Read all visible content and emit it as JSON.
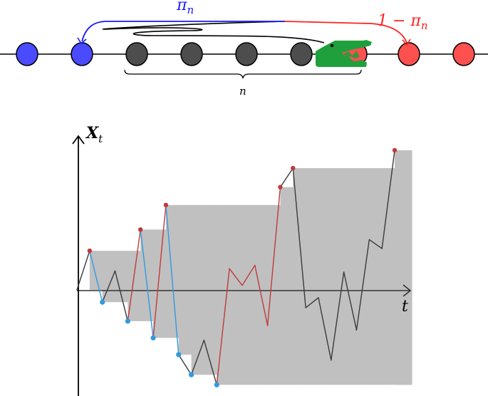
{
  "top_diagram": {
    "nodes": [
      {
        "color": "#4a4aff",
        "kind": "left"
      },
      {
        "color": "#4a4aff",
        "kind": "left"
      },
      {
        "color": "#4d4d4d",
        "kind": "middle"
      },
      {
        "color": "#4d4d4d",
        "kind": "middle"
      },
      {
        "color": "#4d4d4d",
        "kind": "middle"
      },
      {
        "color": "#4d4d4d",
        "kind": "middle"
      },
      {
        "color": "#ff5050",
        "kind": "eaten"
      },
      {
        "color": "#ff5050",
        "kind": "right"
      },
      {
        "color": "#ff5050",
        "kind": "right"
      }
    ],
    "left_label": "π",
    "left_label_sub": "n",
    "right_label": "1 − π",
    "right_label_sub": "n",
    "brace_label": "n",
    "left_color": "#1a1aff",
    "right_color": "#ff2020",
    "croc_color": "#1fa03c",
    "croc_mouth_color": "#ff5050"
  },
  "chart_data": {
    "type": "line",
    "title": "",
    "xlabel": "t",
    "ylabel": "X",
    "ylabel_sub": "t",
    "grid": false,
    "legend": "none",
    "x": [
      0,
      1,
      2,
      3,
      4,
      5,
      6,
      7,
      8,
      9,
      10,
      11,
      12,
      13,
      14,
      15,
      16,
      17,
      18,
      19,
      20,
      21,
      22,
      23,
      24,
      25
    ],
    "y": [
      0,
      3.5,
      -1.1,
      1.7,
      -2.8,
      5.4,
      -4.3,
      7.6,
      -5.8,
      -7.6,
      -4.5,
      -8.5,
      1.9,
      0.4,
      2.2,
      -3.2,
      9.2,
      10.9,
      -1.6,
      -0.7,
      -6.3,
      1.6,
      -3.6,
      4.5,
      3.7,
      12.5
    ],
    "segment_colors": [
      "#3a3a3a",
      "#2f9ae0",
      "#3a3a3a",
      "#3a3a3a",
      "#c03a3a",
      "#2f9ae0",
      "#c03a3a",
      "#2f9ae0",
      "#3a3a3a",
      "#3a3a3a",
      "#3a3a3a",
      "#c03a3a",
      "#c03a3a",
      "#c03a3a",
      "#c03a3a",
      "#c03a3a",
      "#3a3a3a",
      "#3a3a3a",
      "#3a3a3a",
      "#3a3a3a",
      "#3a3a3a",
      "#3a3a3a",
      "#3a3a3a",
      "#3a3a3a",
      "#3a3a3a"
    ],
    "record_max_indices": [
      1,
      5,
      7,
      16,
      17,
      25
    ],
    "record_min_indices": [
      2,
      4,
      6,
      8,
      9,
      11
    ],
    "colors": {
      "path": "#3a3a3a",
      "max_record": "#c03a3a",
      "min_record": "#2f9ae0",
      "range_fill": "#c0c0c0",
      "axis": "#222222"
    }
  }
}
